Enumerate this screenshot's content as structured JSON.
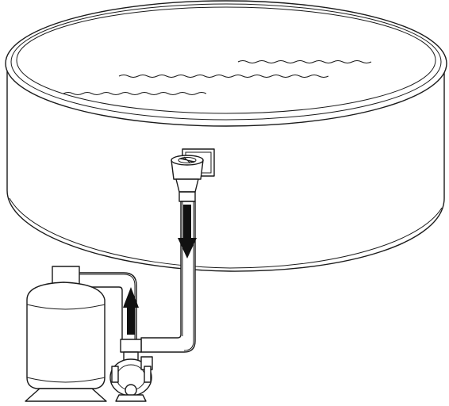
{
  "diagram": {
    "components": [
      {
        "id": "pool",
        "icon": "above-ground-pool"
      },
      {
        "id": "skimmer",
        "icon": "skimmer"
      },
      {
        "id": "suction-hose",
        "icon": "hose"
      },
      {
        "id": "pump",
        "icon": "pump"
      },
      {
        "id": "filter-tank",
        "icon": "sand-filter"
      },
      {
        "id": "return-hose",
        "icon": "hose"
      }
    ],
    "flow": [
      {
        "from": "skimmer",
        "to": "pump",
        "direction": "down",
        "icon": "arrow-down"
      },
      {
        "from": "filter-tank",
        "to": "pool",
        "direction": "up",
        "icon": "arrow-up"
      }
    ],
    "colors": {
      "line": "#1a1a1a",
      "background": "#ffffff",
      "arrow": "#111111"
    }
  }
}
